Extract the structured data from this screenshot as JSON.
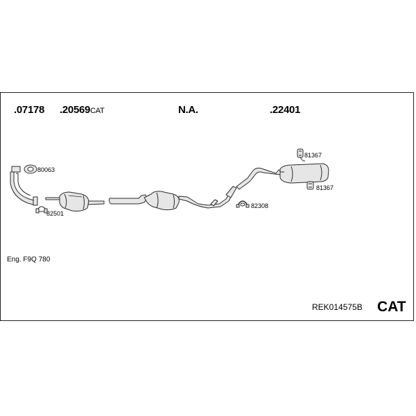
{
  "header": {
    "labels": [
      {
        "num": ".07178",
        "suffix": ""
      },
      {
        "num": ".20569",
        "suffix": "CAT"
      },
      {
        "num": "N.A.",
        "suffix": ""
      },
      {
        "num": ".22401",
        "suffix": ""
      }
    ]
  },
  "parts": {
    "gasket": "80063",
    "clamp_front": "82501",
    "clamp_rear": "82308",
    "hanger_top": "81367",
    "hanger_bottom": "81367"
  },
  "footer": {
    "engine": "Eng. F9Q 780",
    "code": "REK014575B",
    "cat": "CAT"
  },
  "colors": {
    "pipe_fill": "#e6e6e6",
    "pipe_stroke": "#2b2b2b",
    "frame": "#222222"
  }
}
